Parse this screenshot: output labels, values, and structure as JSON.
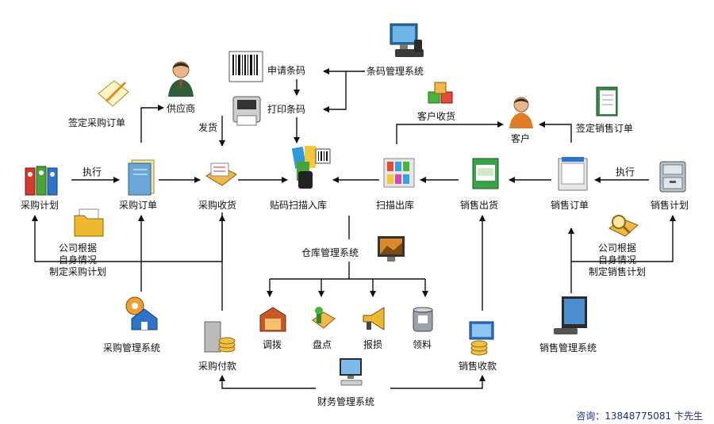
{
  "nodes": {
    "purchase_plan": "采购计划",
    "purchase_order": "采购订单",
    "purchase_receive": "采购收货",
    "supplier": "供应商",
    "apply_barcode": "申请条码",
    "print_barcode": "打印条码",
    "barcode_system": "条码管理系统",
    "scan_in": "贴码扫描入库",
    "scan_out": "扫描出库",
    "customer_receive": "客户收货",
    "customer": "客户",
    "sales_ship": "销售出货",
    "sales_order": "销售订单",
    "sales_plan": "销售计划",
    "sign_purchase_order": "签定采购订单",
    "sign_sales_order": "签定销售订单",
    "deliver": "发货",
    "execute_left": "执行",
    "execute_right": "执行",
    "warehouse_system": "仓库管理系统",
    "transfer": "调拨",
    "inventory": "盘点",
    "report_loss": "报损",
    "material_pick": "领料",
    "purchase_system": "采购管理系统",
    "purchase_payment": "采购付款",
    "sales_collection": "销售收款",
    "sales_system": "销售管理系统",
    "finance_system": "财务管理系统"
  },
  "notes": {
    "purchase_plan_note": [
      "公司根据",
      "自身情况",
      "制定采购计划"
    ],
    "sales_plan_note": [
      "公司根据",
      "自身情况",
      "制定销售计划"
    ]
  },
  "footer": "咨询：13848775081 卞先生",
  "colors": {
    "line": "#111111",
    "footer": "#1b2f8f"
  }
}
